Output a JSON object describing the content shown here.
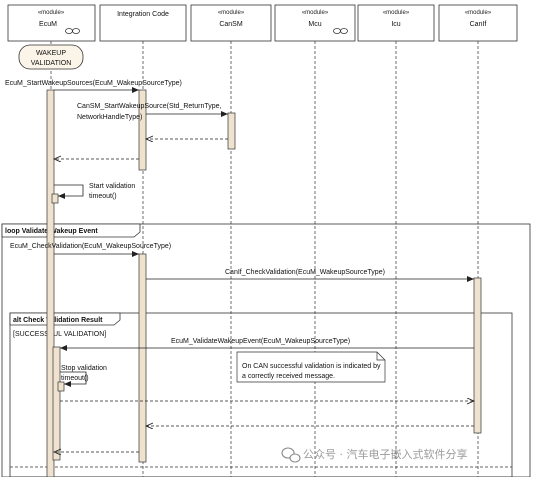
{
  "lifelines": [
    {
      "stereotype": "«module»",
      "name": "EcuM",
      "symbol": true
    },
    {
      "stereotype": "",
      "name": "Integration Code",
      "symbol": false
    },
    {
      "stereotype": "«module»",
      "name": "CanSM",
      "symbol": false
    },
    {
      "stereotype": "«module»",
      "name": "Mcu",
      "symbol": true
    },
    {
      "stereotype": "«module»",
      "name": "Icu",
      "symbol": false
    },
    {
      "stereotype": "«module»",
      "name": "CanIf",
      "symbol": false
    }
  ],
  "state": {
    "line1": "WAKEUP",
    "line2": "VALIDATION"
  },
  "messages": {
    "m1": "EcuM_StartWakeupSources(EcuM_WakeupSourceType)",
    "m2a": "CanSM_StartWakeupSource(Std_ReturnType,",
    "m2b": "NetworkHandleType)",
    "m3a": "Start validation",
    "m3b": "timeout()",
    "m4": "EcuM_CheckValidation(EcuM_WakeupSourceType)",
    "m5": "CanIf_CheckValidation(EcuM_WakeupSourceType)",
    "m6": "EcuM_ValidateWakeupEvent(EcuM_WakeupSourceType)",
    "m7a": "Stop validation",
    "m7b": "timeout()"
  },
  "frames": {
    "loop": "loop Validate Wakeup Event",
    "alt": "alt Check Validation Result",
    "guard": "[SUCCESSFUL VALIDATION]"
  },
  "note": {
    "line1": "On CAN successful validation is indicated by",
    "line2": "a correctly received message."
  },
  "watermark": {
    "text": "公众号 · 汽车电子嵌入式软件分享"
  },
  "colors": {
    "activation": "#efe3cf",
    "header": "#ffffff",
    "line": "#222222"
  }
}
